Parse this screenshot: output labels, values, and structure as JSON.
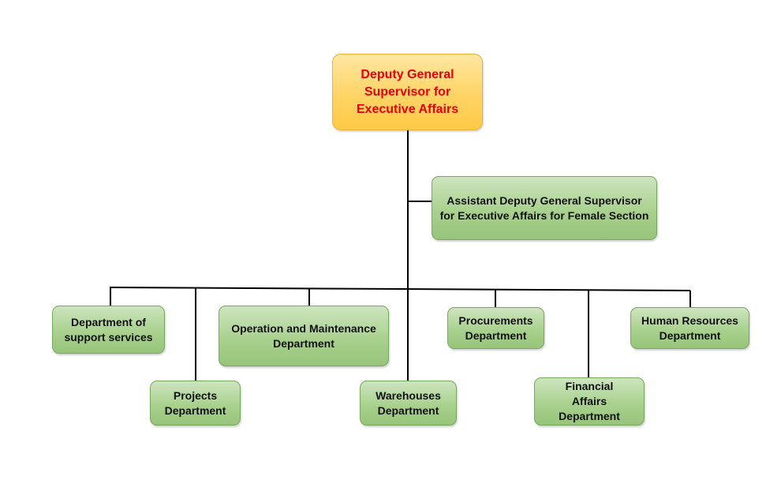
{
  "chart": {
    "root": {
      "label": "Deputy General Supervisor for Executive Affairs",
      "text_color": "#e8000b",
      "fill_color": "#ffd466"
    },
    "assistant": {
      "label": "Assistant Deputy General Supervisor for Executive Affairs for Female Section"
    },
    "departments": [
      {
        "label": "Department of support services"
      },
      {
        "label": "Projects Department"
      },
      {
        "label": "Operation and Maintenance Department"
      },
      {
        "label": "Warehouses Department"
      },
      {
        "label": "Procurements Department"
      },
      {
        "label": "Financial Affairs Department"
      },
      {
        "label": "Human Resources Department"
      }
    ],
    "box_fill_color": "#a9d18e",
    "connector_color": "#000000"
  }
}
